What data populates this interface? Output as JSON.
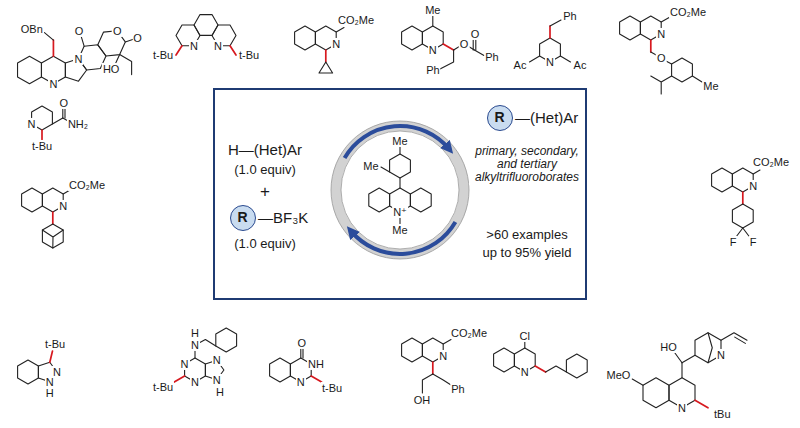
{
  "diagram": {
    "nodes": [
      {
        "text": [
          "H—(Het)Ar",
          "(1.0 equiv)",
          "+",
          "—BF₃K",
          "(1.0 equiv)",
          "—(Het)Ar",
          "primary, secondary, and tertiary alkyltrifluoroborates",
          ">60 examples",
          "up to 95% yield"
        ]
      },
      {
        "text": [
          "R"
        ],
        "in": 0
      },
      {
        "text": [
          "Me",
          "Me",
          "N⁺",
          "Me"
        ],
        "in": 0
      },
      {
        "text": [
          "R"
        ],
        "in": 0
      }
    ],
    "labels": [
      "O",
      "O",
      "O",
      "OBn",
      "N",
      "N",
      "HO",
      "N",
      "N",
      "t-Bu",
      "t-Bu",
      "CO₂Me",
      "N",
      "Me",
      "N",
      "O",
      "O",
      "Ph",
      "Ph",
      "Ph",
      "Ac",
      "N",
      "Ac",
      "CO₂Me",
      "N",
      "O",
      "Me",
      "O",
      "NH₂",
      "N",
      "t-Bu",
      "CO₂Me",
      "N",
      "CO₂Me",
      "N",
      "F",
      "F",
      "t-Bu",
      "N",
      "N",
      "H",
      "t-Bu",
      "N",
      "N",
      "N",
      "N",
      "H",
      "N",
      "H",
      "O",
      "NH",
      "N",
      "t-Bu",
      "CO₂Me",
      "N",
      "OH",
      "Ph",
      "Cl",
      "N",
      "HO",
      "N",
      "MeO",
      "N",
      "tBu"
    ]
  }
}
